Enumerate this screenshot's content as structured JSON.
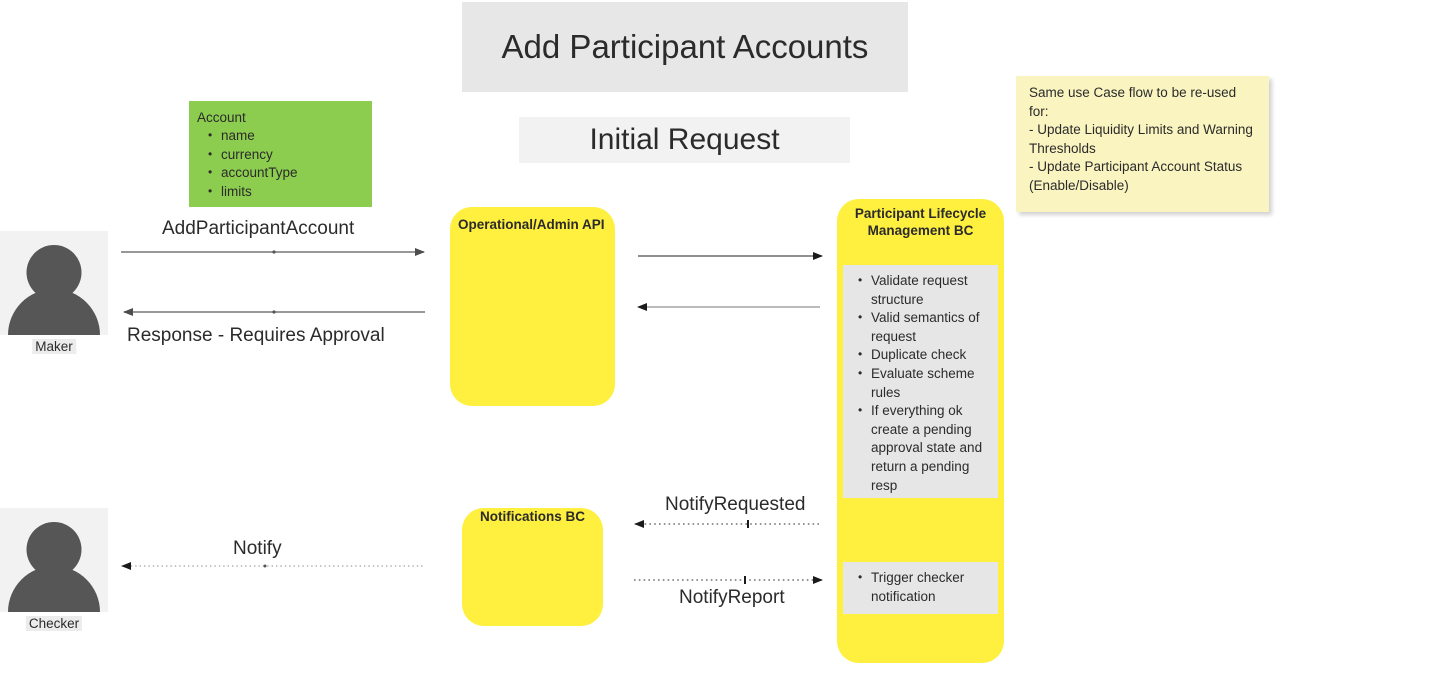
{
  "diagram": {
    "title": "Add Participant Accounts",
    "subtitle": "Initial Request"
  },
  "entity": {
    "name": "Account",
    "fields": [
      "name",
      "currency",
      "accountType",
      "limits"
    ]
  },
  "note": {
    "text": "Same use Case flow to be re-used for:\n- Update Liquidity Limits and Warning Thresholds\n- Update Participant Account Status (Enable/Disable)"
  },
  "actors": [
    {
      "id": "maker",
      "label": "Maker"
    },
    {
      "id": "checker",
      "label": "Checker"
    }
  ],
  "components": {
    "api": {
      "label": "Operational/Admin API"
    },
    "notifications": {
      "label": "Notifications BC"
    },
    "plm": {
      "label": "Participant Lifecycle Management BC"
    }
  },
  "plm_activities": {
    "first": [
      "Validate request structure",
      "Valid semantics of request",
      "Duplicate check",
      "Evaluate scheme rules",
      "If everything ok create a pending approval state and return a pending resp"
    ],
    "second": [
      "Trigger checker notification"
    ]
  },
  "messages": {
    "add_participant_account": "AddParticipantAccount",
    "response_requires_approval": "Response - Requires Approval",
    "notify_requested": "NotifyRequested",
    "notify_report": "NotifyReport",
    "notify": "Notify"
  },
  "colors": {
    "entity_green": "#8ccd4f",
    "component_yellow": "#ffef3f",
    "note_yellow": "#faf4c0",
    "panel_gray": "#e6e6e6",
    "title_gray": "#e7e7e7",
    "actor_gray": "#565656"
  }
}
